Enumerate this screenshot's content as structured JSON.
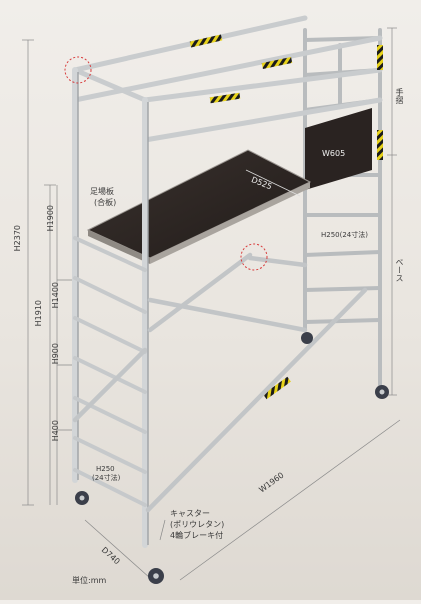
{
  "labels": {
    "handrail": "手摺",
    "base": "ベース",
    "deck": "足場板",
    "deck_sub": "(合板)",
    "caster": "キャスター",
    "caster_sub": "(ポリウレタン)",
    "caster_brake": "4輪ブレーキ付",
    "unit": "単位:mm",
    "h250_side": "H250(24寸法)",
    "h250_front": "H250",
    "h250_front_sub": "(24寸法)"
  },
  "dimensions": {
    "overall_height": "H2370",
    "h1910": "H1910",
    "h1900": "H1900",
    "h1400": "H1400",
    "h900": "H900",
    "h400": "H400",
    "width": "W1960",
    "depth": "D740",
    "panel_width": "W605",
    "panel_depth": "D525"
  },
  "colors": {
    "aluminum": "#cfd2d4",
    "aluminum_shade": "#9ea2a5",
    "deck": "#2d2623",
    "warning_yellow": "#e7d21a",
    "warning_black": "#1b1b1b",
    "highlight_circle": "#d83b3b"
  }
}
